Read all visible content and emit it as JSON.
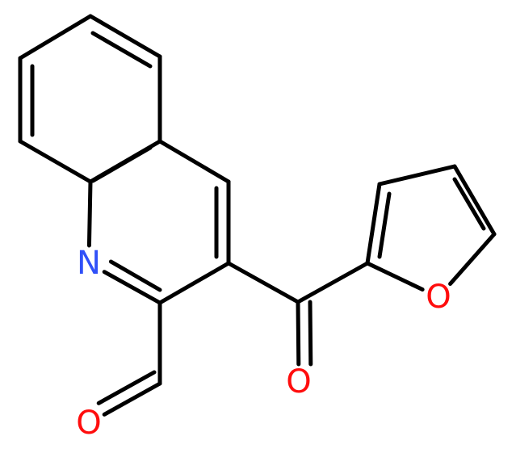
{
  "molecule": {
    "atoms": [
      {
        "id": "N1",
        "label": "N",
        "color": "#3050F8"
      },
      {
        "id": "O_ald",
        "label": "O",
        "color": "#FF0D0D"
      },
      {
        "id": "O_ket",
        "label": "O",
        "color": "#FF0D0D"
      },
      {
        "id": "O_fur",
        "label": "O",
        "color": "#FF0D0D"
      }
    ],
    "bond_color": "#000000"
  }
}
